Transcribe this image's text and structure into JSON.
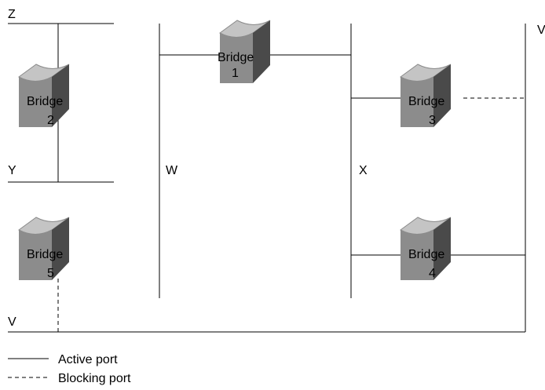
{
  "segments": {
    "z": "Z",
    "y": "Y",
    "w": "W",
    "x": "X",
    "v_top": "V",
    "v_bottom": "V"
  },
  "bridges": [
    {
      "name": "Bridge",
      "number": "1"
    },
    {
      "name": "Bridge",
      "number": "2"
    },
    {
      "name": "Bridge",
      "number": "3"
    },
    {
      "name": "Bridge",
      "number": "4"
    },
    {
      "name": "Bridge",
      "number": "5"
    }
  ],
  "legend": {
    "active": "Active port",
    "blocking": "Blocking port"
  },
  "colors": {
    "bridge_front": "#8c8c8c",
    "bridge_top": "#c4c4c4",
    "bridge_side": "#4a4a4a",
    "line": "#000000"
  }
}
